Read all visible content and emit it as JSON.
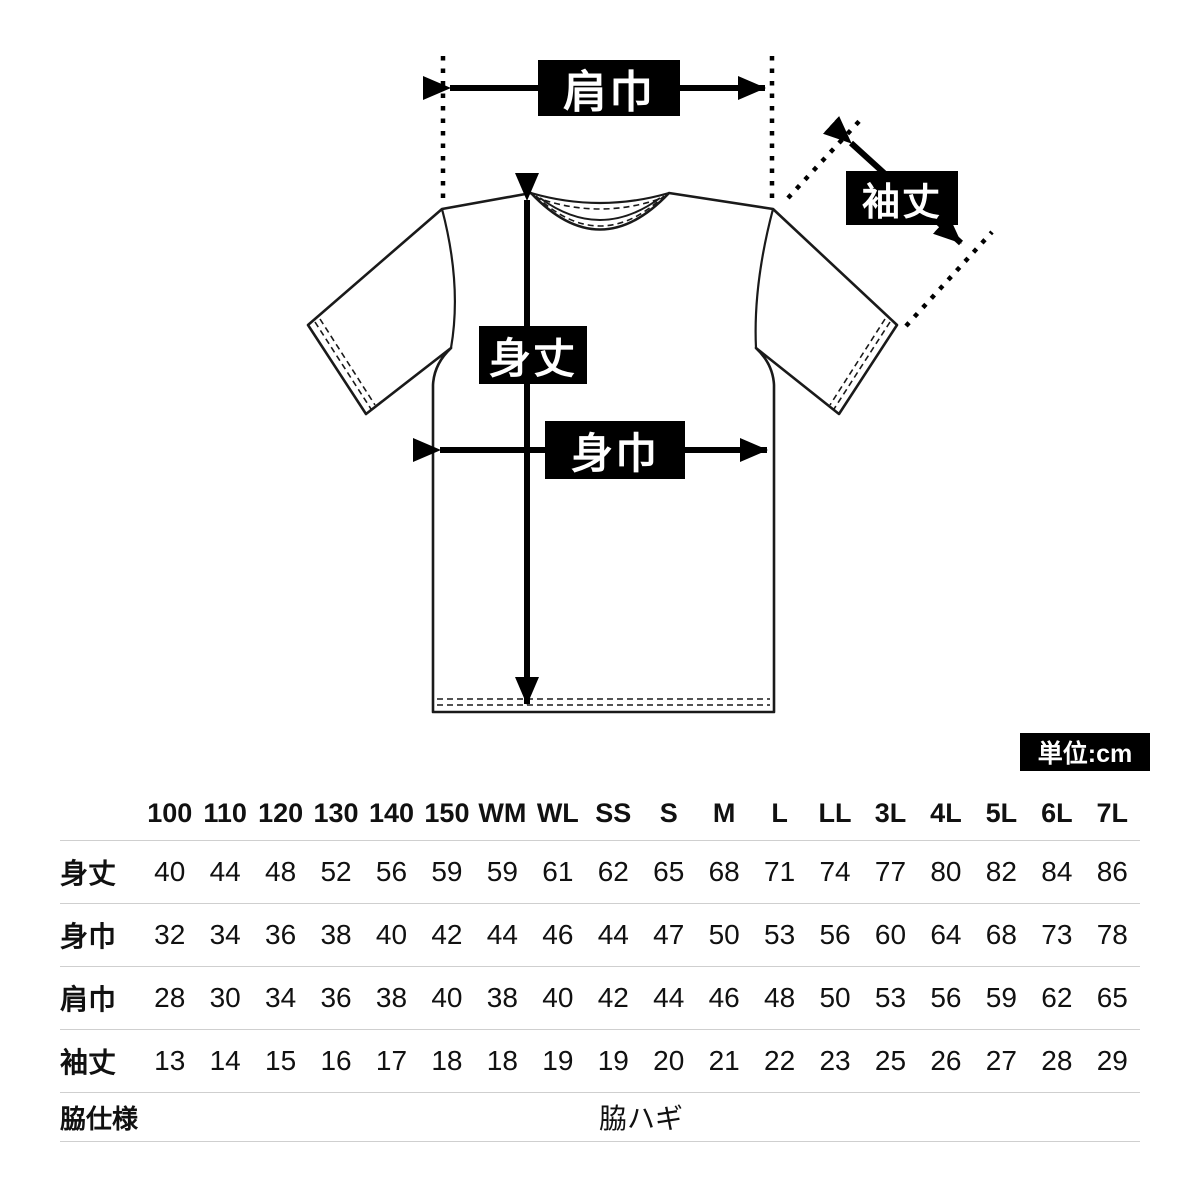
{
  "unit_label": "単位:cm",
  "diagram": {
    "labels": {
      "shoulder": "肩巾",
      "sleeve": "袖丈",
      "length": "身丈",
      "width": "身巾"
    }
  },
  "table": {
    "columns": [
      "100",
      "110",
      "120",
      "130",
      "140",
      "150",
      "WM",
      "WL",
      "SS",
      "S",
      "M",
      "L",
      "LL",
      "3L",
      "4L",
      "5L",
      "6L",
      "7L"
    ],
    "rows": [
      {
        "label": "身丈",
        "values": [
          "40",
          "44",
          "48",
          "52",
          "56",
          "59",
          "59",
          "61",
          "62",
          "65",
          "68",
          "71",
          "74",
          "77",
          "80",
          "82",
          "84",
          "86"
        ]
      },
      {
        "label": "身巾",
        "values": [
          "32",
          "34",
          "36",
          "38",
          "40",
          "42",
          "44",
          "46",
          "44",
          "47",
          "50",
          "53",
          "56",
          "60",
          "64",
          "68",
          "73",
          "78"
        ]
      },
      {
        "label": "肩巾",
        "values": [
          "28",
          "30",
          "34",
          "36",
          "38",
          "40",
          "38",
          "40",
          "42",
          "44",
          "46",
          "48",
          "50",
          "53",
          "56",
          "59",
          "62",
          "65"
        ]
      },
      {
        "label": "袖丈",
        "values": [
          "13",
          "14",
          "15",
          "16",
          "17",
          "18",
          "18",
          "19",
          "19",
          "20",
          "21",
          "22",
          "23",
          "25",
          "26",
          "27",
          "28",
          "29"
        ]
      }
    ],
    "footer_row": {
      "label": "脇仕様",
      "value": "脇ハギ"
    }
  }
}
